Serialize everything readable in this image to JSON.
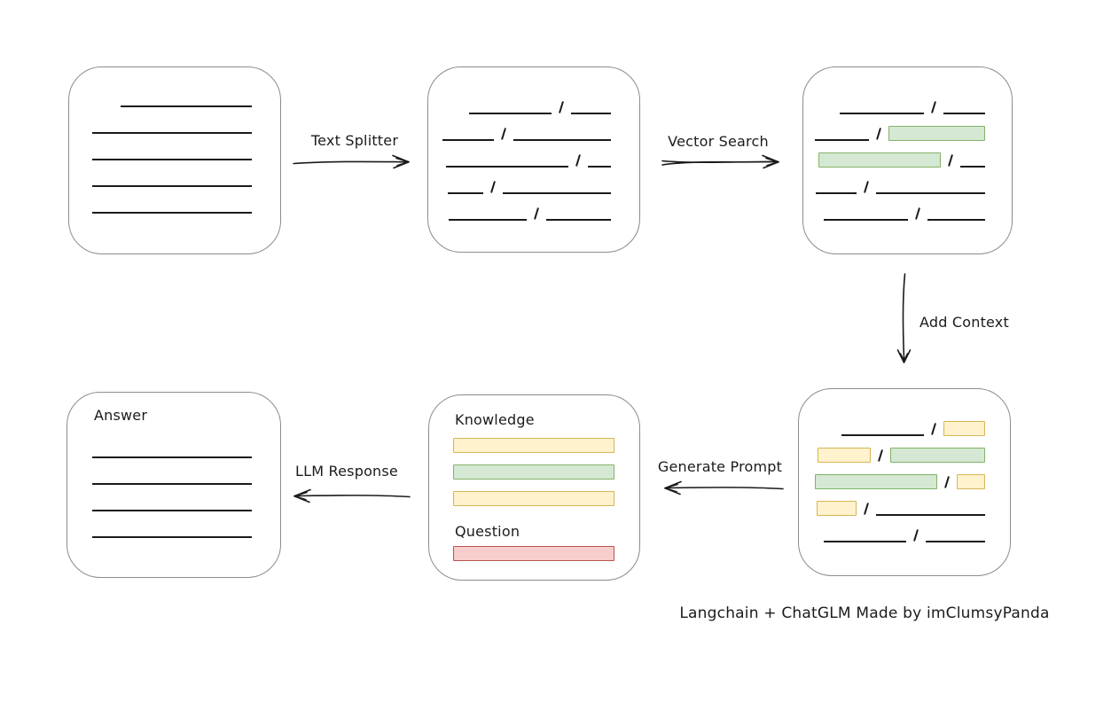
{
  "caption": "Langchain + ChatGLM Made by imClumsyPanda",
  "colors": {
    "ink": "#1b1b1b",
    "box_border": "#8c8c8c",
    "green_fill": "#d5e8d4",
    "green_border": "#82b366",
    "yellow_fill": "#fff2cc",
    "yellow_border": "#d6b656",
    "red_fill": "#f8cecc",
    "red_border": "#b85450"
  },
  "labels": {
    "text_splitter": "Text Splitter",
    "vector_search": "Vector Search",
    "add_context": "Add Context",
    "generate_prompt": "Generate Prompt",
    "llm_response": "LLM Response",
    "knowledge": "Knowledge",
    "question": "Question",
    "answer": "Answer"
  },
  "boxes": {
    "document": {
      "rows": [
        [
          {
            "t": "line",
            "w": 148
          }
        ],
        [
          {
            "t": "line",
            "w": 180
          }
        ],
        [
          {
            "t": "line",
            "w": 180
          }
        ],
        [
          {
            "t": "line",
            "w": 180
          }
        ],
        [
          {
            "t": "line",
            "w": 180
          }
        ]
      ]
    },
    "chunks": {
      "rows": [
        [
          {
            "t": "line",
            "w": 93
          },
          {
            "t": "slash"
          },
          {
            "t": "line",
            "w": 45
          }
        ],
        [
          {
            "t": "line",
            "w": 58
          },
          {
            "t": "slash"
          },
          {
            "t": "line",
            "w": 110
          }
        ],
        [
          {
            "t": "line",
            "w": 138
          },
          {
            "t": "slash"
          },
          {
            "t": "line",
            "w": 26
          }
        ],
        [
          {
            "t": "line",
            "w": 40
          },
          {
            "t": "slash"
          },
          {
            "t": "line",
            "w": 122
          }
        ],
        [
          {
            "t": "line",
            "w": 88
          },
          {
            "t": "slash"
          },
          {
            "t": "line",
            "w": 73
          }
        ]
      ]
    },
    "search_result": {
      "rows": [
        [
          {
            "t": "line",
            "w": 95
          },
          {
            "t": "slash"
          },
          {
            "t": "line",
            "w": 47
          }
        ],
        [
          {
            "t": "line",
            "w": 61
          },
          {
            "t": "slash"
          },
          {
            "t": "green",
            "w": 109
          }
        ],
        [
          {
            "t": "green",
            "w": 138
          },
          {
            "t": "slash"
          },
          {
            "t": "line",
            "w": 28
          }
        ],
        [
          {
            "t": "line",
            "w": 46
          },
          {
            "t": "slash"
          },
          {
            "t": "line",
            "w": 123
          }
        ],
        [
          {
            "t": "line",
            "w": 95
          },
          {
            "t": "slash"
          },
          {
            "t": "line",
            "w": 65
          }
        ]
      ]
    },
    "context": {
      "rows": [
        [
          {
            "t": "line",
            "w": 93
          },
          {
            "t": "slash"
          },
          {
            "t": "yellow",
            "w": 47
          }
        ],
        [
          {
            "t": "yellow",
            "w": 60
          },
          {
            "t": "slash"
          },
          {
            "t": "green",
            "w": 107
          }
        ],
        [
          {
            "t": "green",
            "w": 138
          },
          {
            "t": "slash"
          },
          {
            "t": "yellow",
            "w": 32
          }
        ],
        [
          {
            "t": "yellow",
            "w": 45
          },
          {
            "t": "slash"
          },
          {
            "t": "line",
            "w": 123
          }
        ],
        [
          {
            "t": "line",
            "w": 93
          },
          {
            "t": "slash"
          },
          {
            "t": "line",
            "w": 67
          }
        ]
      ]
    },
    "answer": {
      "rows": [
        [
          {
            "t": "line",
            "w": 180
          }
        ],
        [
          {
            "t": "line",
            "w": 180
          }
        ],
        [
          {
            "t": "line",
            "w": 180
          }
        ],
        [
          {
            "t": "line",
            "w": 180
          }
        ]
      ]
    },
    "prompt": {
      "knowledge_rows": [
        [
          {
            "t": "yellow",
            "w": 182
          }
        ],
        [
          {
            "t": "green",
            "w": 182
          }
        ],
        [
          {
            "t": "yellow",
            "w": 182
          }
        ]
      ],
      "question_rows": [
        [
          {
            "t": "red",
            "w": 182
          }
        ]
      ]
    }
  }
}
